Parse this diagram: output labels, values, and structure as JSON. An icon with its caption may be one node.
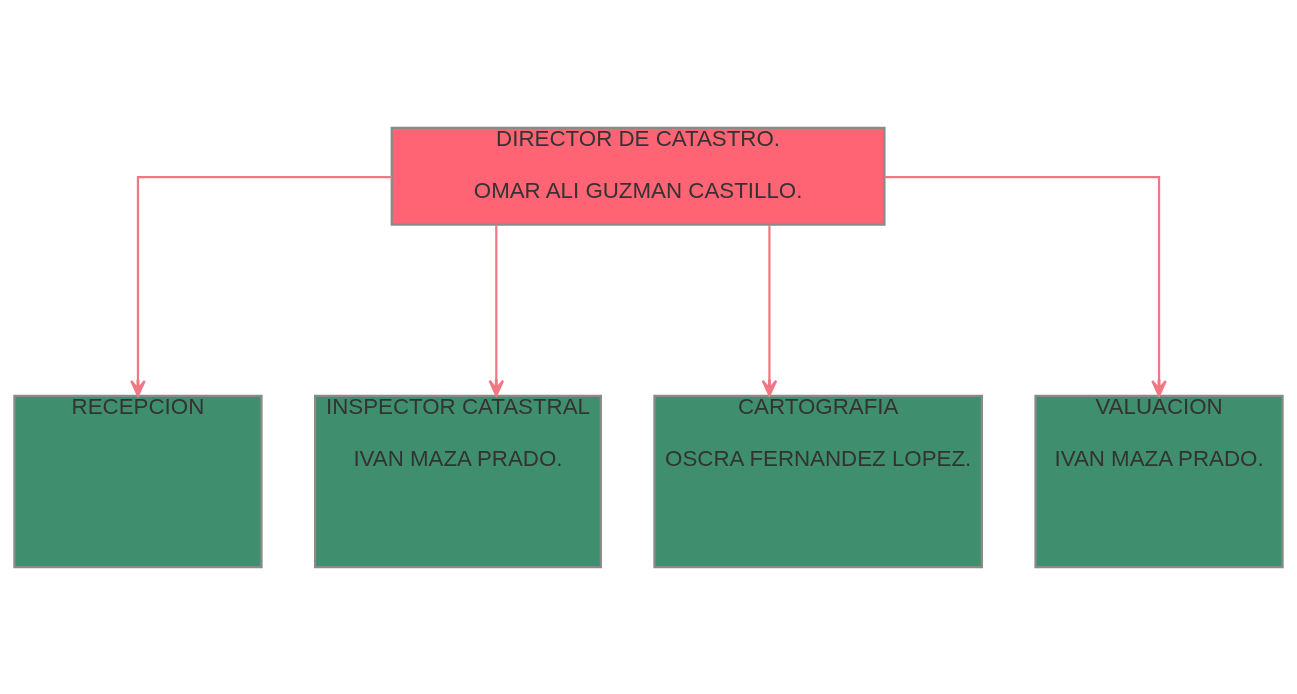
{
  "diagram": {
    "nodes": [
      {
        "text": [
          "DIRECTOR DE CATASTRO.",
          "OMAR ALI GUZMAN CASTILLO."
        ]
      },
      {
        "text": [
          "RECEPCION"
        ]
      },
      {
        "text": [
          "INSPECTOR CATASTRAL",
          "IVAN MAZA PRADO."
        ]
      },
      {
        "text": [
          "CARTOGRAFIA",
          "OSCRA FERNANDEZ LOPEZ."
        ]
      },
      {
        "text": [
          "VALUACION",
          "IVAN MAZA PRADO."
        ]
      }
    ],
    "edges": [
      {
        "from": 0,
        "to": 1,
        "arrow": "to"
      },
      {
        "from": 0,
        "to": 2,
        "arrow": "to"
      },
      {
        "from": 0,
        "to": 3,
        "arrow": "to"
      },
      {
        "from": 0,
        "to": 4,
        "arrow": "to"
      }
    ]
  }
}
